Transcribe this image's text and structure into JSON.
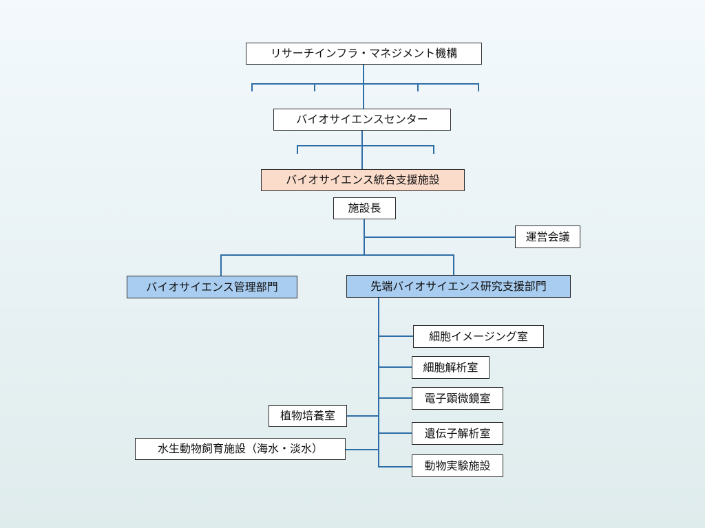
{
  "diagram": {
    "type": "org-chart",
    "colors": {
      "line": "#2e6ea6",
      "facility_fill": "#fbdccb",
      "department_fill": "#a9cdf0",
      "default_fill": "#ffffff"
    },
    "nodes": {
      "organization": "リサーチインフラ・マネジメント機構",
      "center": "バイオサイエンスセンター",
      "facility": "バイオサイエンス統合支援施設",
      "director": "施設長",
      "committee": "運営会議",
      "dept_management": "バイオサイエンス管理部門",
      "dept_research_support": "先端バイオサイエンス研究支援部門",
      "units_right": [
        "細胞イメージング室",
        "細胞解析室",
        "電子顕微鏡室",
        "遺伝子解析室",
        "動物実験施設"
      ],
      "units_left": [
        "植物培養室",
        "水生動物飼育施設（海水・淡水）"
      ]
    },
    "edges": [
      [
        "organization",
        "center"
      ],
      [
        "center",
        "facility"
      ],
      [
        "facility",
        "director"
      ],
      [
        "director",
        "committee"
      ],
      [
        "director",
        "dept_management"
      ],
      [
        "director",
        "dept_research_support"
      ],
      [
        "dept_research_support",
        "units_right.0"
      ],
      [
        "dept_research_support",
        "units_right.1"
      ],
      [
        "dept_research_support",
        "units_right.2"
      ],
      [
        "dept_research_support",
        "units_right.3"
      ],
      [
        "dept_research_support",
        "units_right.4"
      ],
      [
        "dept_research_support",
        "units_left.0"
      ],
      [
        "dept_research_support",
        "units_left.1"
      ]
    ]
  }
}
